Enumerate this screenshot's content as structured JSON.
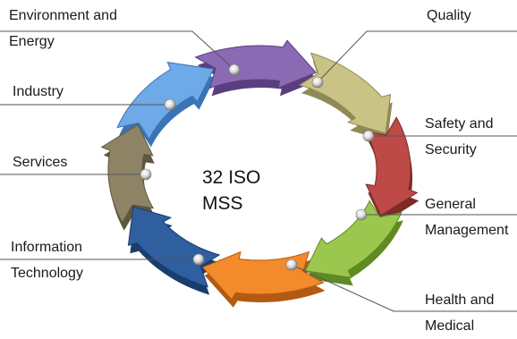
{
  "center_text": [
    "32 ISO",
    "MSS"
  ],
  "segments": [
    {
      "id": "quality",
      "lines": [
        "Quality"
      ],
      "color": "#c9c386",
      "dark": "#8f8a55"
    },
    {
      "id": "safety",
      "lines": [
        "Safety and",
        "Security"
      ],
      "color": "#bd4a46",
      "dark": "#7e2a27"
    },
    {
      "id": "general",
      "lines": [
        "General",
        "Management"
      ],
      "color": "#9bc74f",
      "dark": "#5f8a24"
    },
    {
      "id": "health",
      "lines": [
        "Health and",
        "Medical"
      ],
      "color": "#f38a2c",
      "dark": "#b35a12"
    },
    {
      "id": "it",
      "lines": [
        "Information",
        "Technology"
      ],
      "color": "#2f5f9f",
      "dark": "#1b3d6e"
    },
    {
      "id": "services",
      "lines": [
        "Services"
      ],
      "color": "#8e8465",
      "dark": "#5e563f"
    },
    {
      "id": "industry",
      "lines": [
        "Industry"
      ],
      "color": "#6ea9e8",
      "dark": "#3b74b4"
    },
    {
      "id": "environment",
      "lines": [
        "Environment and",
        "Energy"
      ],
      "color": "#8a6ab3",
      "dark": "#5a3f80"
    }
  ]
}
